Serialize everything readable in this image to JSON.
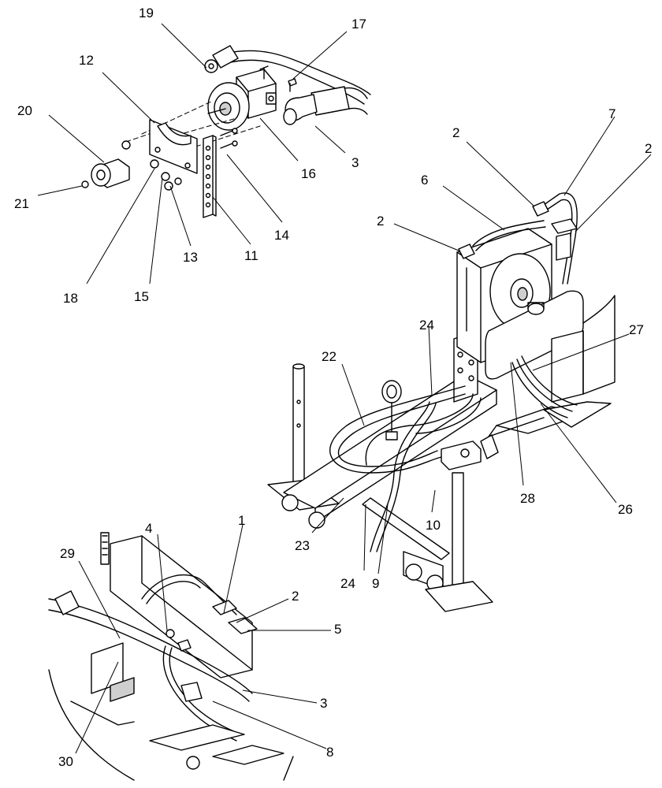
{
  "diagram": {
    "callouts": [
      {
        "id": "c19",
        "text": "19"
      },
      {
        "id": "c17",
        "text": "17"
      },
      {
        "id": "c12",
        "text": "12"
      },
      {
        "id": "c20",
        "text": "20"
      },
      {
        "id": "c3a",
        "text": "3"
      },
      {
        "id": "c16",
        "text": "16"
      },
      {
        "id": "c21",
        "text": "21"
      },
      {
        "id": "c14",
        "text": "14"
      },
      {
        "id": "c11",
        "text": "11"
      },
      {
        "id": "c13",
        "text": "13"
      },
      {
        "id": "c15",
        "text": "15"
      },
      {
        "id": "c18",
        "text": "18"
      },
      {
        "id": "c2a",
        "text": "2"
      },
      {
        "id": "c7",
        "text": "7"
      },
      {
        "id": "c2b",
        "text": "2"
      },
      {
        "id": "c6",
        "text": "6"
      },
      {
        "id": "c2c",
        "text": "2"
      },
      {
        "id": "c24a",
        "text": "24"
      },
      {
        "id": "c27",
        "text": "27"
      },
      {
        "id": "c22",
        "text": "22"
      },
      {
        "id": "c28",
        "text": "28"
      },
      {
        "id": "c26",
        "text": "26"
      },
      {
        "id": "c10",
        "text": "10"
      },
      {
        "id": "c23",
        "text": "23"
      },
      {
        "id": "c24b",
        "text": "24"
      },
      {
        "id": "c9",
        "text": "9"
      },
      {
        "id": "c1",
        "text": "1"
      },
      {
        "id": "c4",
        "text": "4"
      },
      {
        "id": "c29",
        "text": "29"
      },
      {
        "id": "c2d",
        "text": "2"
      },
      {
        "id": "c5",
        "text": "5"
      },
      {
        "id": "c3b",
        "text": "3"
      },
      {
        "id": "c8",
        "text": "8"
      },
      {
        "id": "c30",
        "text": "30"
      }
    ]
  }
}
